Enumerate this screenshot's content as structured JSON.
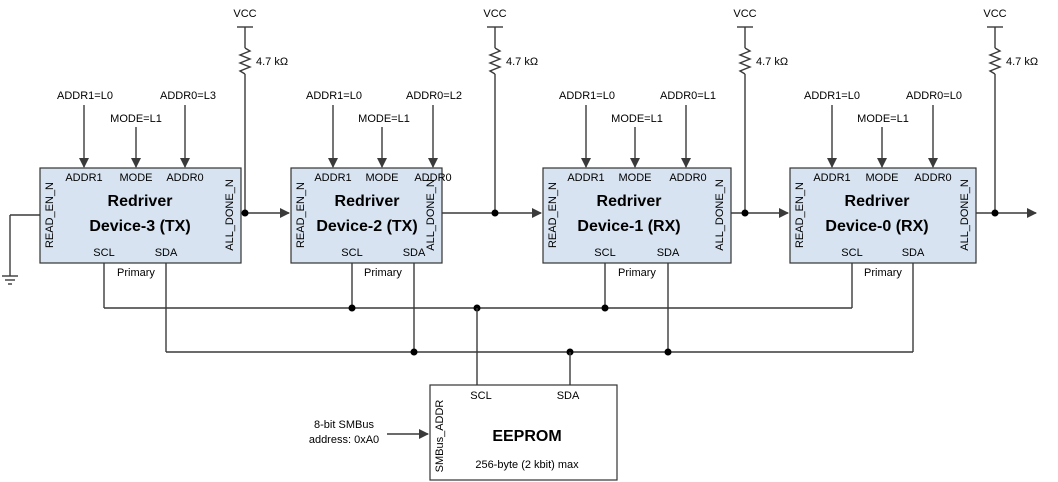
{
  "vcc_label": "VCC",
  "resistor_label": "4.7 kΩ",
  "devices": [
    {
      "title1": "Redriver",
      "title2": "Device-3 (TX)",
      "addr1": "ADDR1=L0",
      "addr0": "ADDR0=L3",
      "mode": "MODE=L1",
      "primary": "Primary"
    },
    {
      "title1": "Redriver",
      "title2": "Device-2 (TX)",
      "addr1": "ADDR1=L0",
      "addr0": "ADDR0=L2",
      "mode": "MODE=L1",
      "primary": "Primary"
    },
    {
      "title1": "Redriver",
      "title2": "Device-1 (RX)",
      "addr1": "ADDR1=L0",
      "addr0": "ADDR0=L1",
      "mode": "MODE=L1",
      "primary": "Primary"
    },
    {
      "title1": "Redriver",
      "title2": "Device-0 (RX)",
      "addr1": "ADDR1=L0",
      "addr0": "ADDR0=L0",
      "mode": "MODE=L1",
      "primary": "Primary"
    }
  ],
  "pins": {
    "addr1": "ADDR1",
    "mode": "MODE",
    "addr0": "ADDR0",
    "read_en": "READ_EN_N",
    "all_done": "ALL_DONE_N",
    "scl": "SCL",
    "sda": "SDA"
  },
  "eeprom": {
    "title": "EEPROM",
    "subtitle": "256-byte (2 kbit) max",
    "scl": "SCL",
    "sda": "SDA",
    "addr_pin": "SMBus_ADDR",
    "addr_note_line1": "8-bit SMBus",
    "addr_note_line2": "address: 0xA0"
  },
  "colors": {
    "box_fill": "#d7e3f1",
    "wire": "#3a3a3a"
  }
}
